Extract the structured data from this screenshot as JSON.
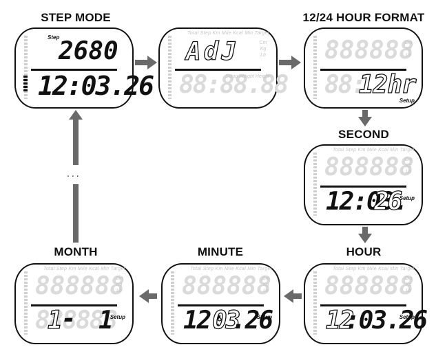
{
  "labels": {
    "step_mode": "STEP MODE",
    "hour_format": "12/24 HOUR FORMAT",
    "second": "SECOND",
    "hour": "HOUR",
    "minute": "MINUTE",
    "month": "MONTH"
  },
  "ghost": {
    "units": "Total Step Km Mile Kcal Min Target",
    "row": "888888",
    "side_top": "Cm Kg Lb",
    "side_bottom": "Setup Weight Height"
  },
  "screens": {
    "step_mode": {
      "tag": "Step",
      "top": "2680",
      "bottom": "12:03.26"
    },
    "adjust": {
      "top": "AdJ",
      "bottom": "88:88.88"
    },
    "hour_format": {
      "bottom_ghost": "88:",
      "bottom": "12hr",
      "tag": "Setup"
    },
    "second": {
      "bottom_main": "12:03.",
      "bottom_blink": "26",
      "tag": "Setup"
    },
    "hour": {
      "bottom_blink": "12",
      "bottom_main": ":03.26",
      "tag": "Setup"
    },
    "minute": {
      "bottom_a": "12:",
      "bottom_blink": "03",
      "bottom_b": ".26",
      "tag": "Setup"
    },
    "month": {
      "bottom_a": "1",
      "bottom_dash": "-",
      "bottom_ghost": "88",
      "bottom_b": "1",
      "tag": "Setup"
    }
  },
  "ellipsis": "..."
}
